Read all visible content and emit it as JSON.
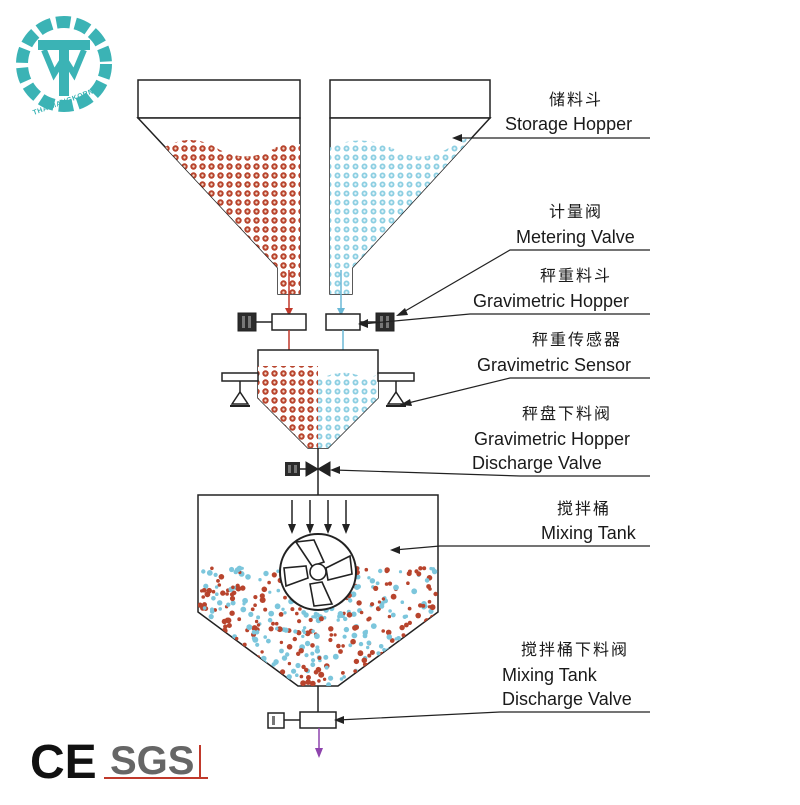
{
  "brand": {
    "logo_text": "THAIMANGKORN",
    "logo_color": "#3bb3b5"
  },
  "certifications": {
    "ce": "CE",
    "sgs": "SGS"
  },
  "colors": {
    "material_a": "#b8442d",
    "material_b": "#7cc6dc",
    "line": "#222222",
    "flow_arrow_a": "#c0392b",
    "flow_arrow_b": "#6ab8d6",
    "discharge_arrow": "#8e44ad"
  },
  "labels": {
    "storage_hopper": {
      "cn": "储料斗",
      "en": "Storage Hopper"
    },
    "metering_valve": {
      "cn": "计量阀",
      "en": "Metering Valve"
    },
    "gravimetric_hopper": {
      "cn": "秤重料斗",
      "en": "Gravimetric Hopper"
    },
    "gravimetric_sensor": {
      "cn": "秤重传感器",
      "en": "Gravimetric Sensor"
    },
    "gravimetric_hopper_discharge_valve": {
      "cn": "秤盘下料阀",
      "en_line1": "Gravimetric Hopper",
      "en_line2": "Discharge Valve"
    },
    "mixing_tank": {
      "cn": "搅拌桶",
      "en": "Mixing Tank"
    },
    "mixing_tank_discharge_valve": {
      "cn": "搅拌桶下料阀",
      "en_line1": "Mixing Tank",
      "en_line2": "Discharge Valve"
    }
  }
}
